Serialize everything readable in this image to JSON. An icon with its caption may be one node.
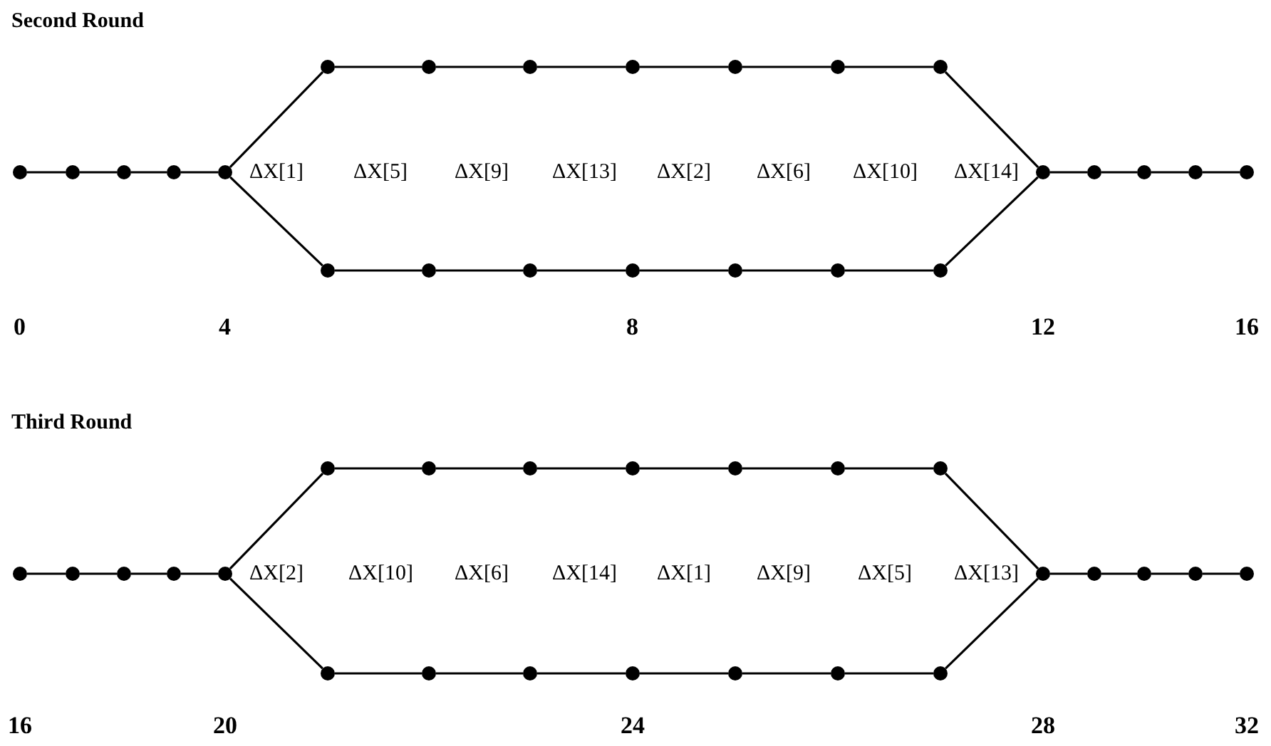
{
  "diagram": {
    "nodes": [
      {
        "text": [],
        "shape": "circle"
      },
      {
        "text": [],
        "shape": "circle"
      },
      {
        "text": [],
        "shape": "circle"
      },
      {
        "text": [],
        "shape": "circle"
      },
      {
        "text": [],
        "shape": "circle"
      },
      {
        "text": [],
        "shape": "circle"
      },
      {
        "text": [],
        "shape": "circle"
      },
      {
        "text": [],
        "shape": "circle"
      },
      {
        "text": [],
        "shape": "circle"
      },
      {
        "text": [],
        "shape": "circle"
      },
      {
        "text": [],
        "shape": "circle"
      },
      {
        "text": [],
        "shape": "circle"
      },
      {
        "text": [],
        "shape": "circle"
      },
      {
        "text": [],
        "shape": "circle"
      },
      {
        "text": [],
        "shape": "circle"
      },
      {
        "text": [],
        "shape": "circle"
      },
      {
        "text": [],
        "shape": "circle"
      },
      {
        "text": [],
        "shape": "circle"
      },
      {
        "text": [],
        "shape": "circle"
      },
      {
        "text": [],
        "shape": "circle"
      },
      {
        "text": [],
        "shape": "circle"
      },
      {
        "text": [],
        "shape": "circle"
      },
      {
        "text": [],
        "shape": "circle"
      },
      {
        "text": [],
        "shape": "circle"
      },
      {
        "text": [],
        "shape": "circle"
      },
      {
        "text": [],
        "shape": "circle"
      },
      {
        "text": [],
        "shape": "circle"
      },
      {
        "text": [],
        "shape": "circle"
      },
      {
        "text": [],
        "shape": "circle"
      },
      {
        "text": [],
        "shape": "circle"
      },
      {
        "text": [],
        "shape": "circle"
      },
      {
        "text": [],
        "shape": "circle"
      },
      {
        "text": [],
        "shape": "circle"
      },
      {
        "text": [],
        "shape": "circle"
      },
      {
        "text": [],
        "shape": "circle"
      },
      {
        "text": [],
        "shape": "circle"
      },
      {
        "text": [],
        "shape": "circle"
      },
      {
        "text": [],
        "shape": "circle"
      },
      {
        "text": [],
        "shape": "circle"
      },
      {
        "text": [],
        "shape": "circle"
      },
      {
        "text": [],
        "shape": "circle"
      },
      {
        "text": [],
        "shape": "circle"
      },
      {
        "text": [],
        "shape": "circle"
      },
      {
        "text": [],
        "shape": "circle"
      },
      {
        "text": [],
        "shape": "circle"
      },
      {
        "text": [],
        "shape": "circle"
      },
      {
        "text": [],
        "shape": "circle"
      },
      {
        "text": [],
        "shape": "circle"
      }
    ],
    "edges": [
      {
        "from": 0,
        "to": 1,
        "arrow": "none"
      },
      {
        "from": 1,
        "to": 2,
        "arrow": "none"
      },
      {
        "from": 2,
        "to": 3,
        "arrow": "none"
      },
      {
        "from": 3,
        "to": 4,
        "arrow": "none"
      },
      {
        "from": 4,
        "to": 5,
        "arrow": "none"
      },
      {
        "from": 5,
        "to": 6,
        "arrow": "none"
      },
      {
        "from": 6,
        "to": 7,
        "arrow": "none"
      },
      {
        "from": 7,
        "to": 8,
        "arrow": "none"
      },
      {
        "from": 8,
        "to": 9,
        "arrow": "none"
      },
      {
        "from": 9,
        "to": 10,
        "arrow": "none"
      },
      {
        "from": 10,
        "to": 11,
        "arrow": "none"
      },
      {
        "from": 11,
        "to": 19,
        "arrow": "none"
      },
      {
        "from": 4,
        "to": 12,
        "arrow": "none"
      },
      {
        "from": 12,
        "to": 13,
        "arrow": "none"
      },
      {
        "from": 13,
        "to": 14,
        "arrow": "none"
      },
      {
        "from": 14,
        "to": 15,
        "arrow": "none"
      },
      {
        "from": 15,
        "to": 16,
        "arrow": "none"
      },
      {
        "from": 16,
        "to": 17,
        "arrow": "none"
      },
      {
        "from": 17,
        "to": 18,
        "arrow": "none"
      },
      {
        "from": 18,
        "to": 19,
        "arrow": "none"
      },
      {
        "from": 19,
        "to": 20,
        "arrow": "none"
      },
      {
        "from": 20,
        "to": 21,
        "arrow": "none"
      },
      {
        "from": 21,
        "to": 22,
        "arrow": "none"
      },
      {
        "from": 22,
        "to": 23,
        "arrow": "none"
      },
      {
        "from": 24,
        "to": 25,
        "arrow": "none"
      },
      {
        "from": 25,
        "to": 26,
        "arrow": "none"
      },
      {
        "from": 26,
        "to": 27,
        "arrow": "none"
      },
      {
        "from": 27,
        "to": 28,
        "arrow": "none"
      },
      {
        "from": 28,
        "to": 29,
        "arrow": "none"
      },
      {
        "from": 29,
        "to": 30,
        "arrow": "none"
      },
      {
        "from": 30,
        "to": 31,
        "arrow": "none"
      },
      {
        "from": 31,
        "to": 32,
        "arrow": "none"
      },
      {
        "from": 32,
        "to": 33,
        "arrow": "none"
      },
      {
        "from": 33,
        "to": 34,
        "arrow": "none"
      },
      {
        "from": 34,
        "to": 35,
        "arrow": "none"
      },
      {
        "from": 35,
        "to": 43,
        "arrow": "none"
      },
      {
        "from": 28,
        "to": 36,
        "arrow": "none"
      },
      {
        "from": 36,
        "to": 37,
        "arrow": "none"
      },
      {
        "from": 37,
        "to": 38,
        "arrow": "none"
      },
      {
        "from": 38,
        "to": 39,
        "arrow": "none"
      },
      {
        "from": 39,
        "to": 40,
        "arrow": "none"
      },
      {
        "from": 40,
        "to": 41,
        "arrow": "none"
      },
      {
        "from": 41,
        "to": 42,
        "arrow": "none"
      },
      {
        "from": 42,
        "to": 43,
        "arrow": "none"
      },
      {
        "from": 43,
        "to": 44,
        "arrow": "none"
      },
      {
        "from": 44,
        "to": 45,
        "arrow": "none"
      },
      {
        "from": 45,
        "to": 46,
        "arrow": "none"
      },
      {
        "from": 46,
        "to": 47,
        "arrow": "none"
      }
    ],
    "labels": [
      "Second Round",
      "ΔX[1]",
      "ΔX[5]",
      "ΔX[9]",
      "ΔX[13]",
      "ΔX[2]",
      "ΔX[6]",
      "ΔX[10]",
      "ΔX[14]",
      "0",
      "4",
      "8",
      "12",
      "16",
      "Third Round",
      "ΔX[2]",
      "ΔX[10]",
      "ΔX[6]",
      "ΔX[14]",
      "ΔX[1]",
      "ΔX[9]",
      "ΔX[5]",
      "ΔX[13]",
      "16",
      "20",
      "24",
      "28",
      "32"
    ]
  }
}
